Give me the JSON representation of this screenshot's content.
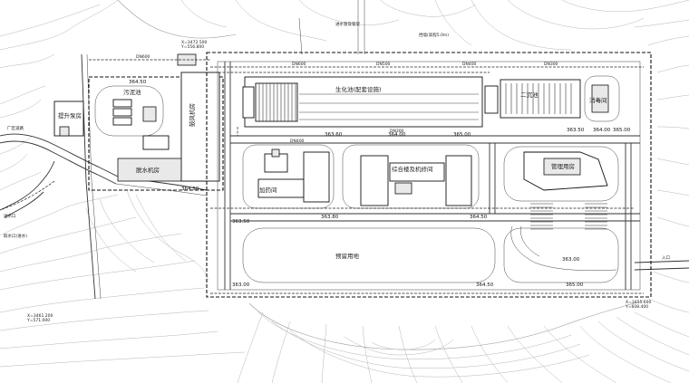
{
  "drawing": {
    "labels": {
      "sludge_tank": "污泥池",
      "pump_room": "提升泵房",
      "dewatering_room": "脱水机房",
      "blower_room": "鼓风机房",
      "aeration_basin": "生化池(配套设施)",
      "secondary_clarifier": "二沉池",
      "disinfection": "消毒间",
      "admin_building": "管理用房",
      "office_building": "综合楼及机修间",
      "treatment_room": "加药间",
      "reserved_land": "预留用地",
      "water_intake": "取水口(进水)",
      "outlet": "出水口",
      "pipeline_label": "进水管及管架",
      "entrance": "入口",
      "retaining_wall": "挡墙(高程5.0m)",
      "road_label": "厂区道路"
    },
    "elevations": [
      "364.50",
      "363.60",
      "364.00",
      "365.00",
      "363.80",
      "364.50",
      "363.50",
      "363.00",
      "364.50",
      "365.00",
      "363.00",
      "364.00",
      "363.50",
      "365.00",
      "364.50"
    ],
    "pipe_tags": [
      "DN600",
      "DN500",
      "DN400",
      "DN300",
      "DN600",
      "DN400",
      "DN300"
    ],
    "coord_tags": [
      "X=3472.500",
      "Y=556.800",
      "X=3461.200",
      "Y=571.000",
      "X=3455.600",
      "Y=608.400"
    ]
  }
}
